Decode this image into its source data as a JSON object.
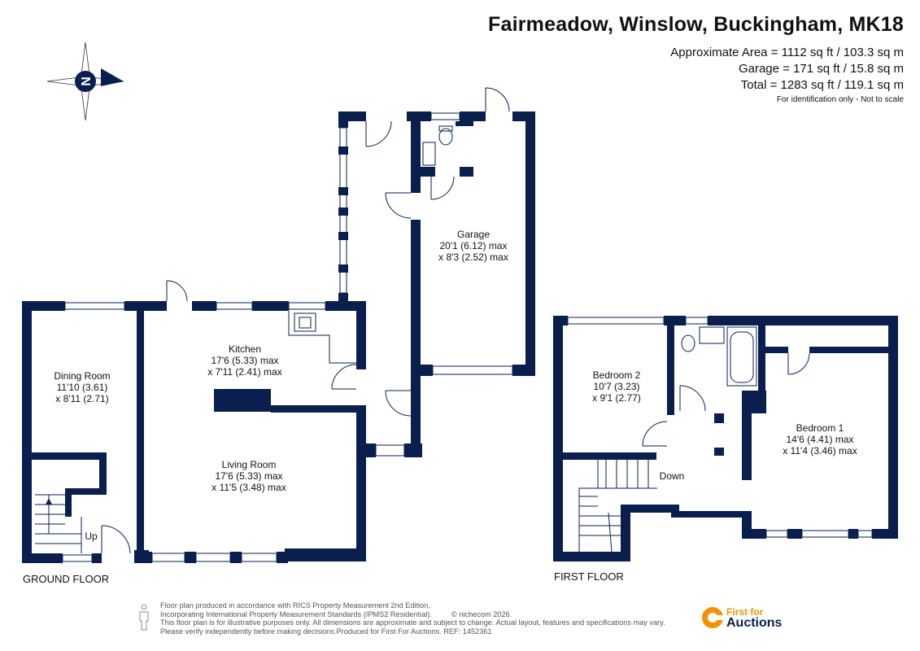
{
  "header": {
    "title": "Fairmeadow, Winslow, Buckingham, MK18",
    "approx_area": "Approximate Area = 1112 sq ft / 103.3 sq m",
    "garage_area": "Garage = 171 sq ft / 15.8 sq m",
    "total_area": "Total = 1283 sq ft / 119.1 sq m",
    "note": "For identification only - Not to scale"
  },
  "compass": {
    "letter": "N",
    "icon": "compass-rose-icon"
  },
  "rooms": {
    "garage": {
      "name": "Garage",
      "dim1": "20'1 (6.12) max",
      "dim2": "x 8'3 (2.52) max"
    },
    "kitchen": {
      "name": "Kitchen",
      "dim1": "17'6 (5.33) max",
      "dim2": "x 7'11 (2.41) max"
    },
    "dining": {
      "name": "Dining Room",
      "dim1": "11'10 (3.61)",
      "dim2": "x 8'11 (2.71)"
    },
    "living": {
      "name": "Living Room",
      "dim1": "17'6 (5.33) max",
      "dim2": "x 11'5 (3.48) max"
    },
    "bedroom2": {
      "name": "Bedroom 2",
      "dim1": "10'7 (3.23)",
      "dim2": "x 9'1 (2.77)"
    },
    "bedroom1": {
      "name": "Bedroom 1",
      "dim1": "14'6 (4.41) max",
      "dim2": "x 11'4 (3.46) max"
    }
  },
  "stairs": {
    "up": "Up",
    "down": "Down"
  },
  "floors": {
    "ground": "GROUND FLOOR",
    "first": "FIRST FLOOR"
  },
  "footer": {
    "line1": "Floor plan produced in accordance with RICS Property Measurement 2nd Edition,",
    "line2": "Incorporating International Property Measurement Standards (IPMS2 Residential).",
    "credit": "© nichecom 2026.",
    "line3": "This floor plan is for illustrative purposes only. All dimensions are approximate and subject to change. Actual layout, features and specifications may vary.",
    "line4": "Please verify independently before making decisions.Produced for First For Auctions.   REF:  1452361"
  },
  "brand": {
    "top": "First for",
    "bottom": "Auctions"
  },
  "colors": {
    "wall": "#0a1f4d",
    "brand_orange": "#f39200",
    "brand_navy": "#0a1f4d"
  }
}
